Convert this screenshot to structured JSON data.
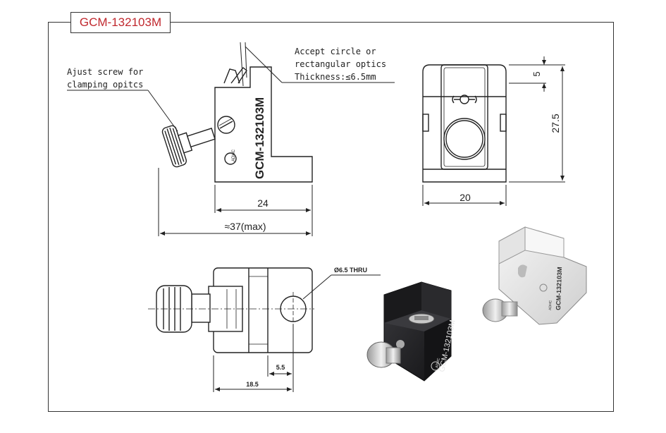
{
  "title": "GCM-132103M",
  "notes": {
    "screw": [
      "Ajust screw for",
      "clamping opitcs"
    ],
    "optics": [
      "Accept circle or",
      "rectangular optics",
      "Thickness:≤6.5mm"
    ]
  },
  "body_engraving": "GCM-132103M",
  "logo_text": "ADHC",
  "dimensions": {
    "side_width": "24",
    "overall_width": "≈37(max)",
    "front_width": "20",
    "front_height": "27.5",
    "top_offset": "5",
    "hole_label": "Ø6.5 THRU",
    "hole_offset": "5.5",
    "bottom_width": "18.5"
  },
  "colors": {
    "title_red": "#c0282e",
    "line": "#222222",
    "photo_black": "#1c1c1e"
  }
}
